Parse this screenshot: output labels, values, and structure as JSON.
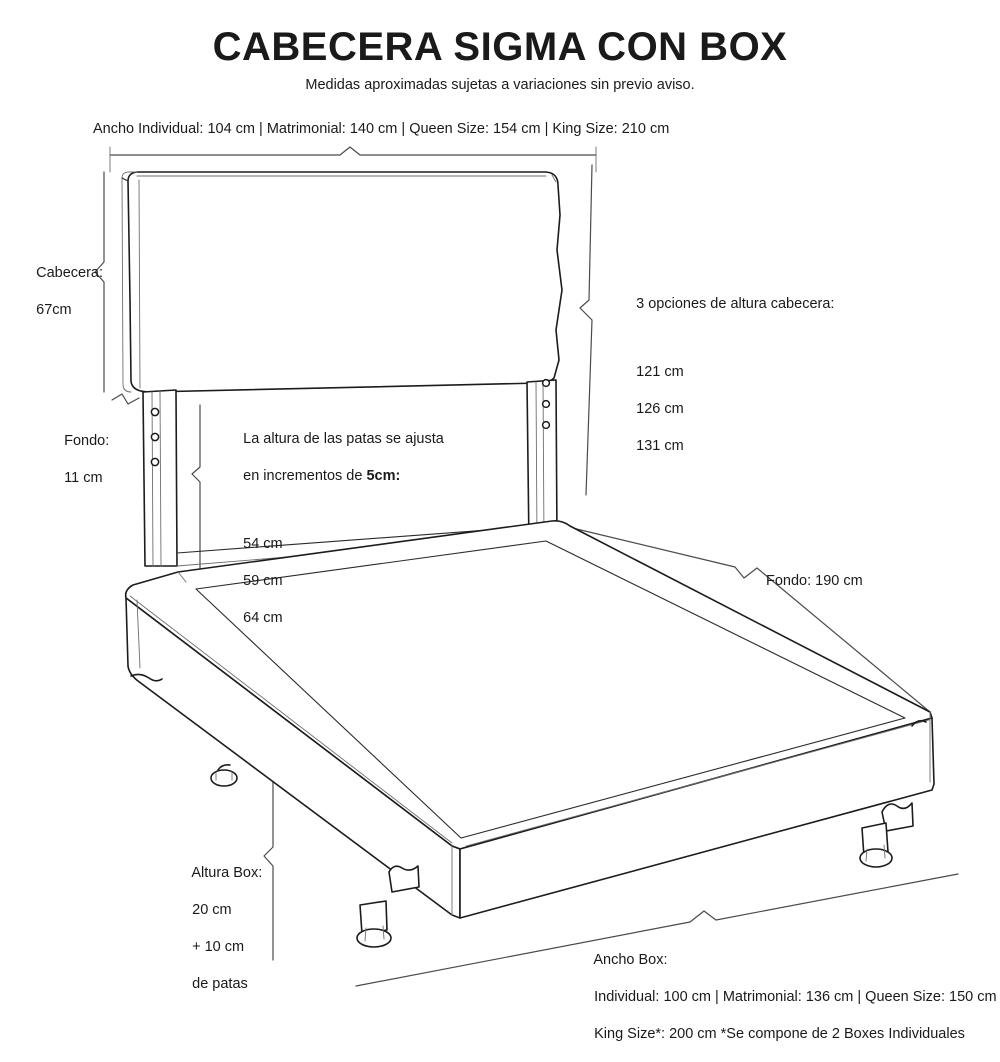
{
  "header": {
    "title": "CABECERA SIGMA CON BOX",
    "subtitle": "Medidas aproximadas sujetas a variaciones sin previo aviso."
  },
  "annotations": {
    "headboard_width": "Ancho Individual: 104 cm | Matrimonial: 140 cm | Queen Size: 154 cm | King Size: 210 cm",
    "cabecera_label": "Cabecera:",
    "cabecera_value": "67cm",
    "fondo_label": "Fondo:",
    "fondo_value": "11 cm",
    "heights_title": "3 opciones de altura cabecera:",
    "heights_options": [
      "121 cm",
      "126 cm",
      "131 cm"
    ],
    "legs_text_line1": "La altura de las patas se ajusta",
    "legs_text_line2_prefix": "en incrementos de ",
    "legs_text_line2_bold": "5cm:",
    "legs_options": [
      "54 cm",
      "59 cm",
      "64 cm"
    ],
    "fondo_190": "Fondo: 190 cm",
    "altura_box_label": "Altura Box:",
    "altura_box_value": "20 cm",
    "altura_box_extra": "+ 10 cm",
    "altura_box_extra2": "de patas",
    "ancho_box_label": "Ancho Box:",
    "ancho_box_line1": "Individual: 100 cm | Matrimonial: 136 cm | Queen Size: 150 cm",
    "ancho_box_line2": "King Size*: 200 cm *Se compone de 2 Boxes Individuales"
  },
  "colors": {
    "ink": "#1c1c1c",
    "dimension": "#4a4a4a",
    "hairline": "#6e6e6e",
    "background": "#ffffff"
  },
  "figure": {
    "type": "technical-line-drawing",
    "subject": "bed headboard with box base, 3/4 perspective",
    "parts": [
      "headboard-panel",
      "headboard-legs",
      "box-base",
      "mattress-top-panel",
      "box-feet"
    ]
  }
}
